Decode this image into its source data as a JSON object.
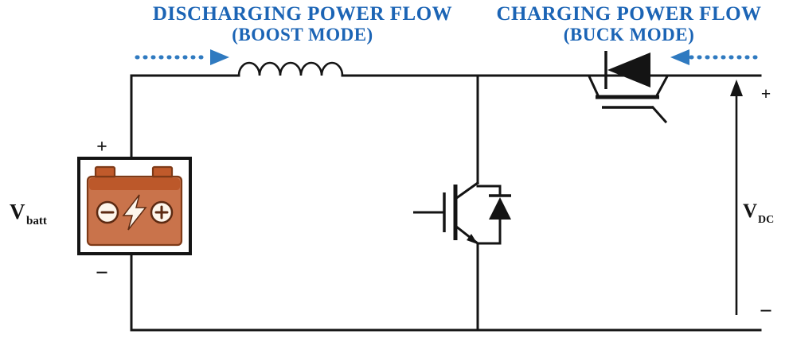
{
  "colors": {
    "label_blue": "#1b64b5",
    "arrow_blue": "#2f7ac0",
    "wire_black": "#141414",
    "battery_body": "#c05a2b",
    "battery_dark": "#7e3a17",
    "battery_strip": "#a84b22",
    "battery_detail": "#fdf6ec",
    "detail_line": "#5c2a12"
  },
  "labels": {
    "discharging": {
      "line1": "DISCHARGING POWER FLOW",
      "line2": "(BOOST MODE)"
    },
    "charging": {
      "line1": "CHARGING POWER FLOW",
      "line2": "(BUCK MODE)"
    },
    "v_batt": {
      "main": "V",
      "sub": "batt"
    },
    "v_dc": {
      "main": "V",
      "sub": "DC"
    },
    "battery_plus": "+",
    "battery_minus": "−",
    "dc_plus": "+",
    "dc_minus": "−"
  }
}
